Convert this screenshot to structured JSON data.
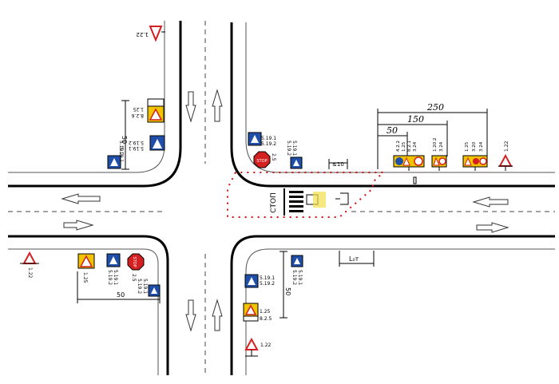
{
  "labels": {
    "stop_road": "СТОП",
    "stop_sign": "STOP",
    "l_ot": "L₀т",
    "dist_250": "250",
    "dist_150": "150",
    "dist_50_top": "50",
    "dist_50_left_vert": "50",
    "dist_50_bottom_left": "50",
    "dist_50_right_vert": "50",
    "dist_10": "≤10",
    "nw_sign_text": "1.22",
    "nw_pole_top": "8.2.6\n1.25",
    "nw_pole_bottom_a": "5.19.1",
    "nw_pole_bottom_b": "5.19.2",
    "nw_blue_sign_a": "5.19.1",
    "nw_blue_sign_b": "5.19.2",
    "ne_sign_a": "5.19.1",
    "ne_sign_b": "5.19.2",
    "ne_stop": "2.5",
    "ne_small_a": "5.19.1",
    "ne_small_b": "5.19.2",
    "e_group1": [
      "4.2.2",
      "1.25",
      "8.2.1",
      "3.24"
    ],
    "e_group2": [
      "1.20.2",
      "3.24"
    ],
    "e_group3": [
      "1.25",
      "3.20",
      "3.24"
    ],
    "e_far": "1.22",
    "sw_warn": "1.22",
    "sw_work": "1.25",
    "sw_blue_a": "5.19.1",
    "sw_blue_b": "5.19.2",
    "sw_stop": "2.5",
    "sw_small_a": "5.19.1",
    "sw_small_b": "5.19.2",
    "se_blue_a": "5.19.1",
    "se_blue_b": "5.19.2",
    "se_work_a": "1.25",
    "se_work_b": "8.2.5",
    "se_warn": "1.22"
  },
  "colors": {
    "road_edge": "#000000",
    "dash": "#444444",
    "arrow": "#333333",
    "ped_blue": "#1f4fa8",
    "stop_red": "#d42020",
    "warn_yellow": "#f2c400",
    "dotted_red": "#cc1010"
  }
}
